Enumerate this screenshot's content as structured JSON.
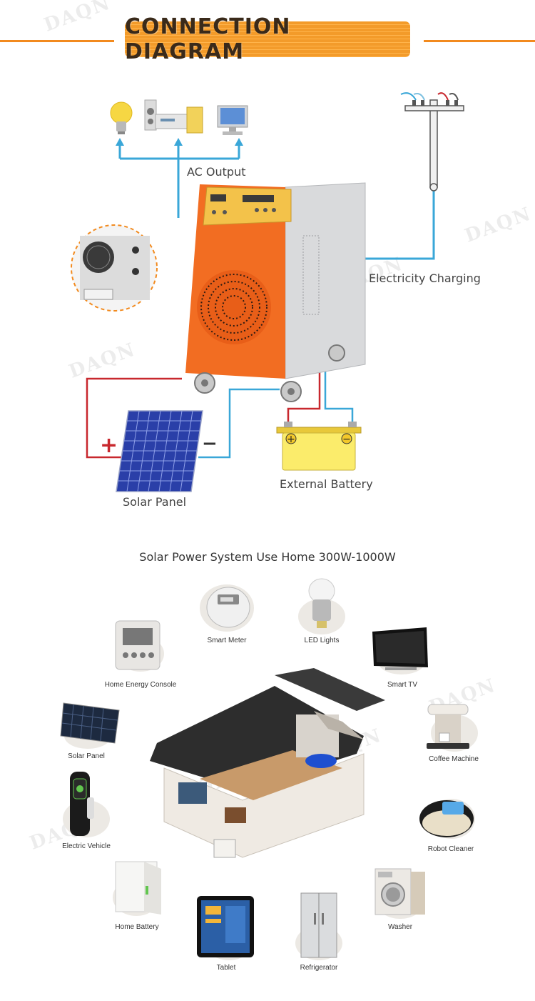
{
  "header": {
    "title": "CONNECTION DIAGRAM"
  },
  "diagram": {
    "ac_output": "AC Output",
    "electricity_charging": "Electricity Charging",
    "solar_panel": "Solar Panel",
    "external_battery": "External Battery",
    "plus_sign": "+",
    "minus_sign": "−"
  },
  "home": {
    "title": "Solar Power System Use Home 300W-1000W",
    "items": [
      {
        "label": "Smart Meter"
      },
      {
        "label": "LED Lights"
      },
      {
        "label": "Home Energy Console"
      },
      {
        "label": "Smart TV"
      },
      {
        "label": "Solar Panel"
      },
      {
        "label": "Coffee Machine"
      },
      {
        "label": "Electric Vehicle"
      },
      {
        "label": "Robot Cleaner"
      },
      {
        "label": "Home Battery"
      },
      {
        "label": "Washer"
      },
      {
        "label": "Tablet"
      },
      {
        "label": "Refrigerator"
      }
    ]
  },
  "watermark": "DAQN",
  "colors": {
    "accent": "#f28a1e",
    "wire_blue": "#3aa7d8",
    "wire_red": "#c8282e",
    "inverter_orange": "#f26d22"
  }
}
